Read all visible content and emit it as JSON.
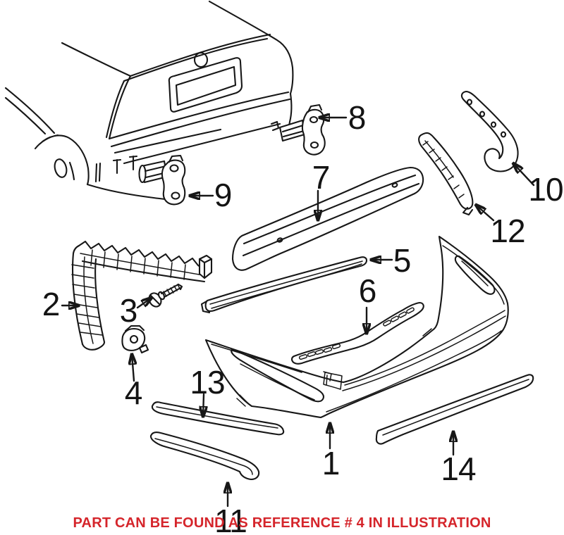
{
  "colors": {
    "background": "#ffffff",
    "line_art": "#171717",
    "callout_text": "#141414",
    "caption_red": "#d5252b"
  },
  "callouts": [
    {
      "label": "1"
    },
    {
      "label": "2"
    },
    {
      "label": "3"
    },
    {
      "label": "4"
    },
    {
      "label": "5"
    },
    {
      "label": "6"
    },
    {
      "label": "7"
    },
    {
      "label": "8"
    },
    {
      "label": "9"
    },
    {
      "label": "10"
    },
    {
      "label": "11"
    },
    {
      "label": "12"
    },
    {
      "label": "13"
    },
    {
      "label": "14"
    }
  ],
  "caption": {
    "text": "PART CAN BE FOUND AS REFERENCE # 4 IN ILLUSTRATION"
  }
}
